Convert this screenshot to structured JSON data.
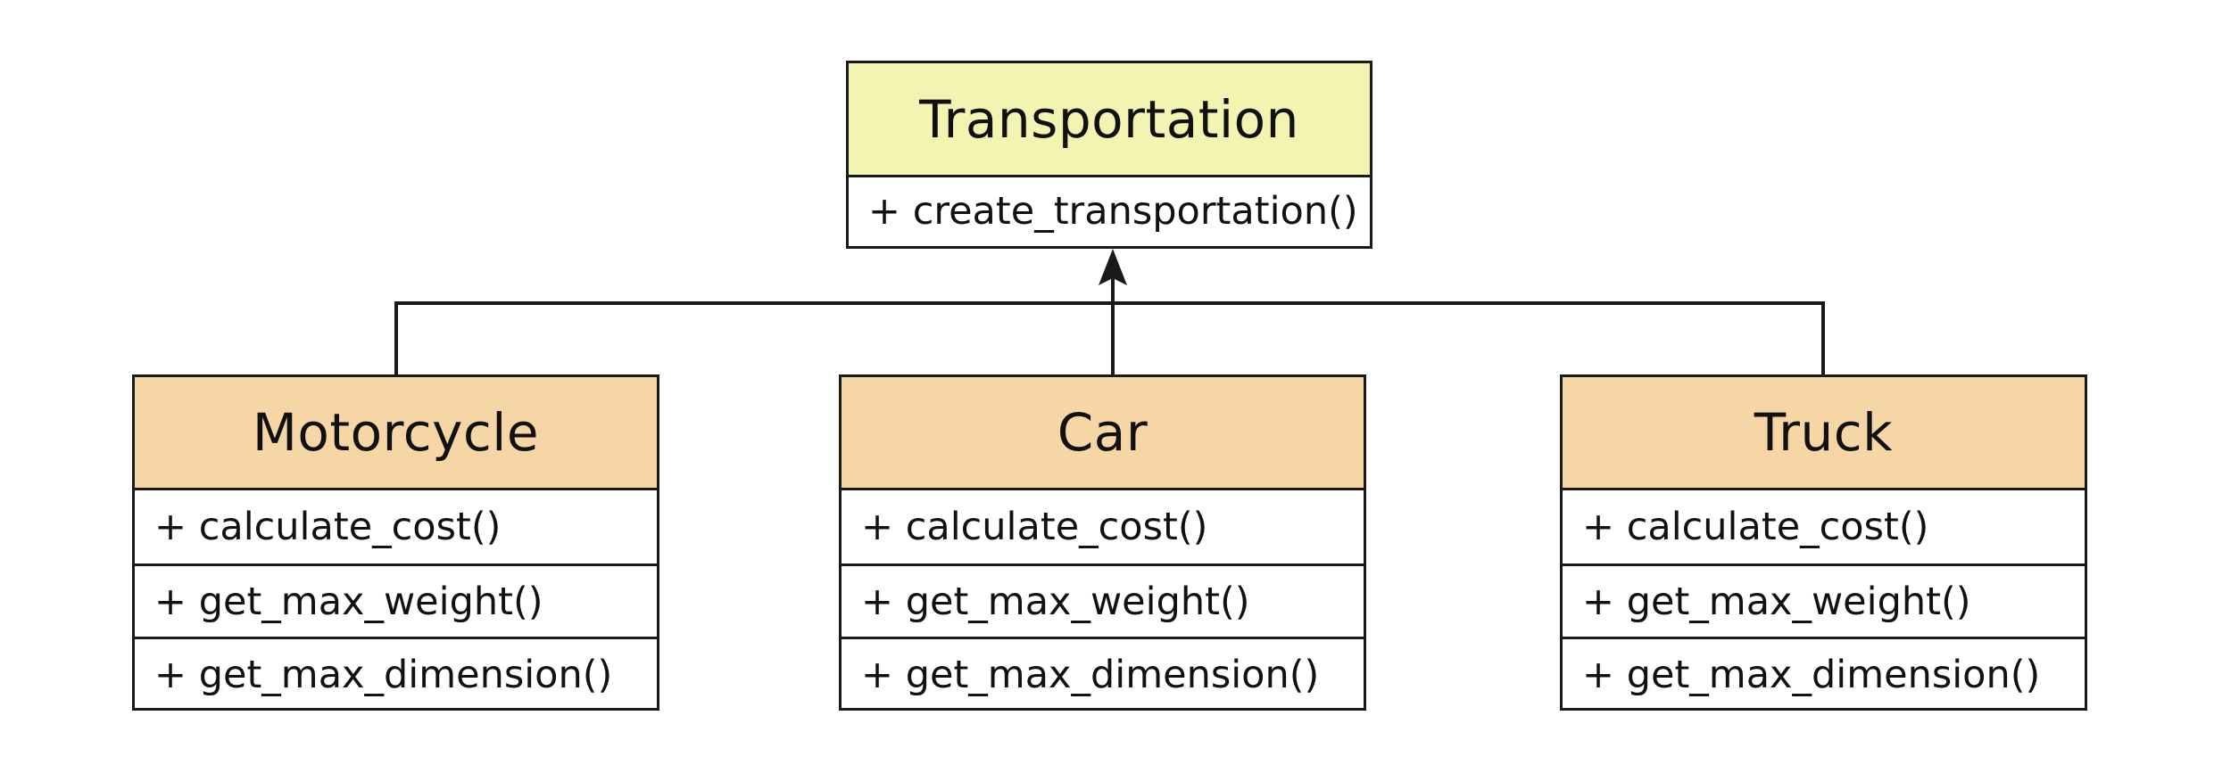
{
  "colors": {
    "parent_header": "#f3f3b2",
    "child_header": "#f5d6a4",
    "line": "#1a1a1a",
    "background": "#ffffff"
  },
  "classes": {
    "transportation": {
      "name": "Transportation",
      "methods": [
        "+ create_transportation()"
      ]
    },
    "motorcycle": {
      "name": "Motorcycle",
      "methods": [
        "+ calculate_cost()",
        "+ get_max_weight()",
        "+ get_max_dimension()"
      ]
    },
    "car": {
      "name": "Car",
      "methods": [
        "+ calculate_cost()",
        "+ get_max_weight()",
        "+ get_max_dimension()"
      ]
    },
    "truck": {
      "name": "Truck",
      "methods": [
        "+ calculate_cost()",
        "+ get_max_weight()",
        "+ get_max_dimension()"
      ]
    }
  },
  "relationship": {
    "type": "inheritance",
    "parent": "Transportation",
    "children": [
      "Motorcycle",
      "Car",
      "Truck"
    ]
  }
}
